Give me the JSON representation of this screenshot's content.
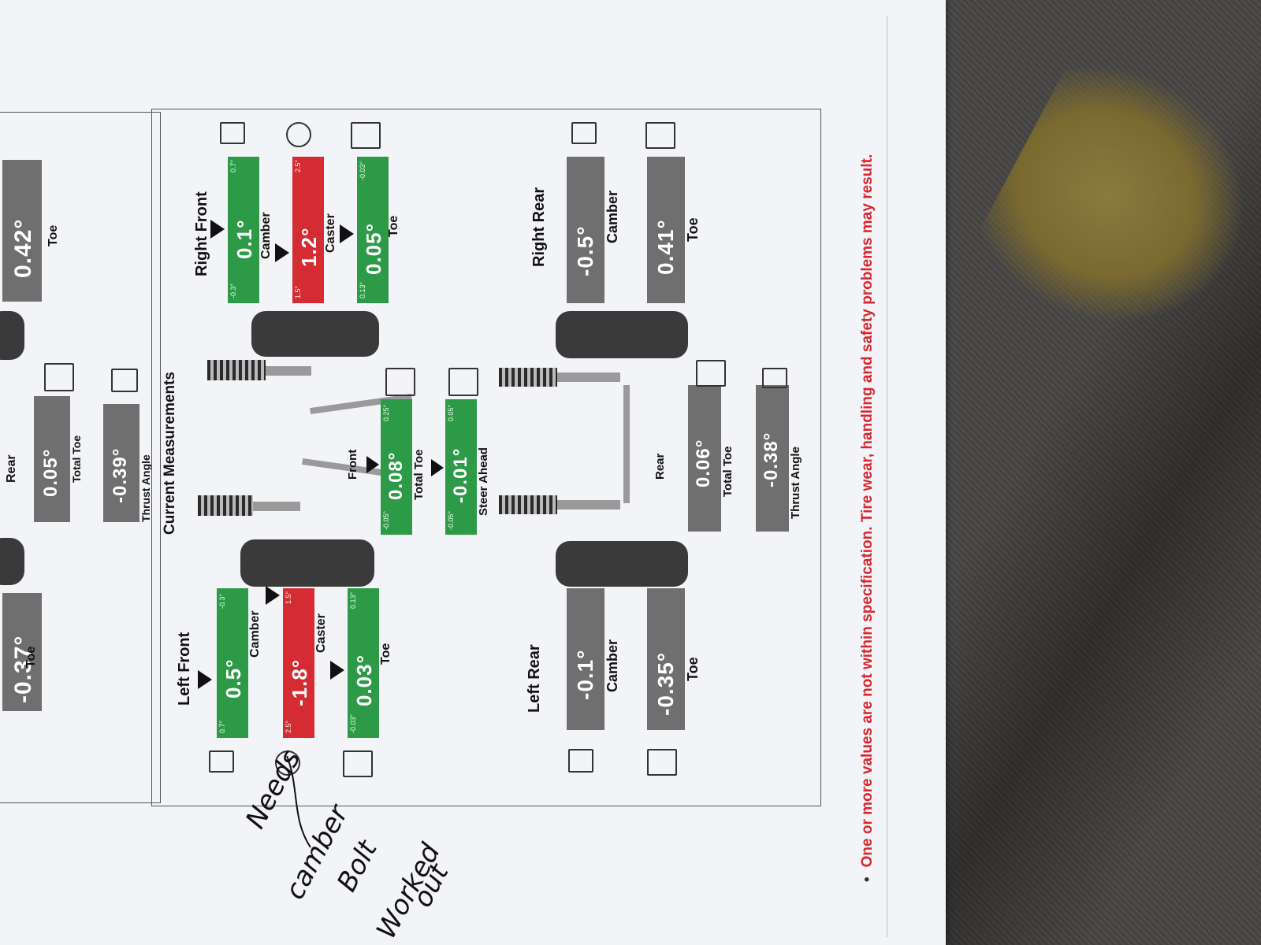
{
  "spec_panel": {
    "toe_left": "-0.37°",
    "toe_left_label": "Toe",
    "toe_right": "0.42°",
    "toe_right_label": "Toe",
    "rear_label": "Rear",
    "total_toe": "0.05°",
    "total_toe_label": "Total Toe",
    "thrust_angle": "-0.39°",
    "thrust_angle_label": "Thrust Angle"
  },
  "current": {
    "title": "Current Measurements",
    "left_front": {
      "heading": "Left Front",
      "camber": {
        "value": "0.5°",
        "label": "Camber",
        "min": "0.7°",
        "max": "-0.3°"
      },
      "caster": {
        "value": "-1.8°",
        "label": "Caster",
        "min": "2.5°",
        "max": "1.5°"
      },
      "toe": {
        "value": "0.03°",
        "label": "Toe",
        "min": "-0.03°",
        "max": "0.13°"
      }
    },
    "right_front": {
      "heading": "Right Front",
      "camber": {
        "value": "0.1°",
        "label": "Camber",
        "min": "-0.3°",
        "max": "0.7°"
      },
      "caster": {
        "value": "1.2°",
        "label": "Caster",
        "min": "1.5°",
        "max": "2.5°"
      },
      "toe": {
        "value": "0.05°",
        "label": "Toe",
        "min": "0.13°",
        "max": "-0.03°"
      }
    },
    "front": {
      "label": "Front",
      "total_toe": {
        "value": "0.08°",
        "label": "Total Toe",
        "min": "-0.05°",
        "max": "0.25°"
      },
      "steer_ahead": {
        "value": "-0.01°",
        "label": "Steer Ahead",
        "min": "-0.05°",
        "max": "0.05°"
      }
    },
    "left_rear": {
      "heading": "Left Rear",
      "camber": {
        "value": "-0.1°",
        "label": "Camber"
      },
      "toe": {
        "value": "-0.35°",
        "label": "Toe"
      }
    },
    "right_rear": {
      "heading": "Right Rear",
      "camber": {
        "value": "-0.5°",
        "label": "Camber"
      },
      "toe": {
        "value": "0.41°",
        "label": "Toe"
      }
    },
    "rear": {
      "label": "Rear",
      "total_toe": {
        "value": "0.06°",
        "label": "Total Toe"
      },
      "thrust_angle": {
        "value": "-0.38°",
        "label": "Thrust Angle"
      }
    }
  },
  "handwriting": {
    "line1": "Needs",
    "line2": "camber",
    "line3": "Bolt",
    "line4": "Worked",
    "line5": "out"
  },
  "footer": {
    "bullet": "•",
    "warning": "One or more values are not within specification.  Tire wear, handling and safety problems may result."
  },
  "colors": {
    "in_spec": "#2d9a47",
    "out_of_spec": "#d52b32",
    "no_spec": "#6f6f6f",
    "warning_text": "#d8262e"
  }
}
